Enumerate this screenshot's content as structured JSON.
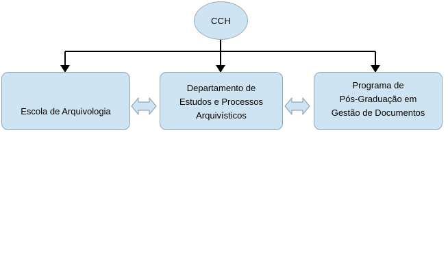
{
  "diagram": {
    "type": "organizational-chart",
    "background_color": "#ffffff",
    "node_fill_color": "#cfe4f2",
    "node_border_color": "#93a5b5",
    "connector_color": "#000000",
    "root": {
      "label": "CCH"
    },
    "units": [
      {
        "id": "escola",
        "label": "Escola de Arquivologia"
      },
      {
        "id": "departamento",
        "label": "Departamento de\nEstudos e Processos\nArquivísticos"
      },
      {
        "id": "programa",
        "label": "Programa de\nPós-Graduação em\nGestão de Documentos"
      }
    ],
    "links": [
      {
        "from": "CCH",
        "to": "escola",
        "style": "arrow-down"
      },
      {
        "from": "CCH",
        "to": "departamento",
        "style": "arrow-down"
      },
      {
        "from": "CCH",
        "to": "programa",
        "style": "arrow-down"
      },
      {
        "from": "escola",
        "to": "departamento",
        "style": "double-headed-arrow"
      },
      {
        "from": "departamento",
        "to": "programa",
        "style": "double-headed-arrow"
      }
    ]
  }
}
